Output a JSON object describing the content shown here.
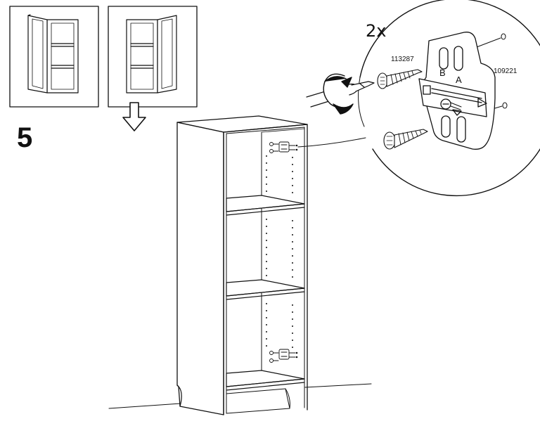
{
  "step": {
    "number": "5"
  },
  "detail": {
    "quantity": "2x",
    "screw_part_number": "113287",
    "hinge_part_number": "109221",
    "hinge_positions": [
      "B",
      "A"
    ]
  },
  "icons": {
    "door_left": "door-open-left-icon",
    "door_right": "door-open-right-icon",
    "arrow": "hollow-arrow-down-icon",
    "rotate": "rotate-clockwise-icon"
  }
}
